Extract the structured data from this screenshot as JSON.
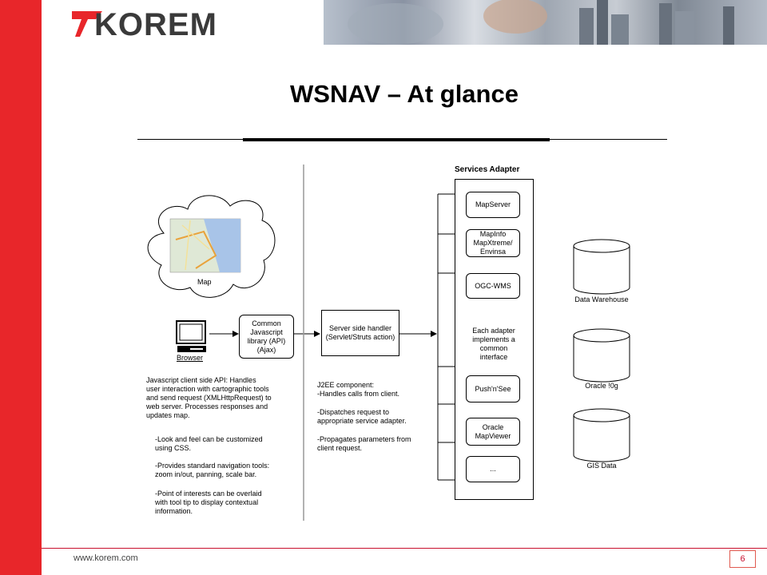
{
  "header": {
    "logo_text": "KOREM",
    "title": "WSNAV – At glance"
  },
  "diagram": {
    "map_label": "Map",
    "browser_label": "Browser",
    "api_box": "Common\nJavascript\nlibrary (API)\n(Ajax)",
    "server_handler": "Server side handler\n(Servlet/Struts action)",
    "services_title": "Services Adapter",
    "adapters": [
      "MapServer",
      "MapInfo\nMapXtreme/\nEnvinsa",
      "OGC-WMS",
      "Push'n'See",
      "Oracle\nMapViewer",
      "..."
    ],
    "adapter_note": "Each adapter\nimplements a\ncommon\ninterface",
    "databases": [
      "Data Warehouse",
      "Oracle !0g",
      "GIS Data"
    ],
    "client_text": "Javascript client side API: Handles\nuser interaction with cartographic tools\nand send request (XMLHttpRequest) to\nweb server. Processes responses and\nupdates map.",
    "client_bullets": [
      "-Look and feel can be customized\nusing CSS.",
      "-Provides standard navigation tools:\nzoom in/out, panning, scale bar.",
      "-Point of interests can be overlaid\nwith tool tip to display contextual\ninformation."
    ],
    "server_text": "J2EE component:\n-Handles calls from client.",
    "server_bullets": [
      "-Dispatches request to\nappropriate service adapter.",
      "-Propagates parameters from\nclient request."
    ]
  },
  "footer": {
    "url": "www.korem.com",
    "page": "6"
  },
  "colors": {
    "brand_red": "#e8262a",
    "logo_gray": "#3a3a3a"
  }
}
